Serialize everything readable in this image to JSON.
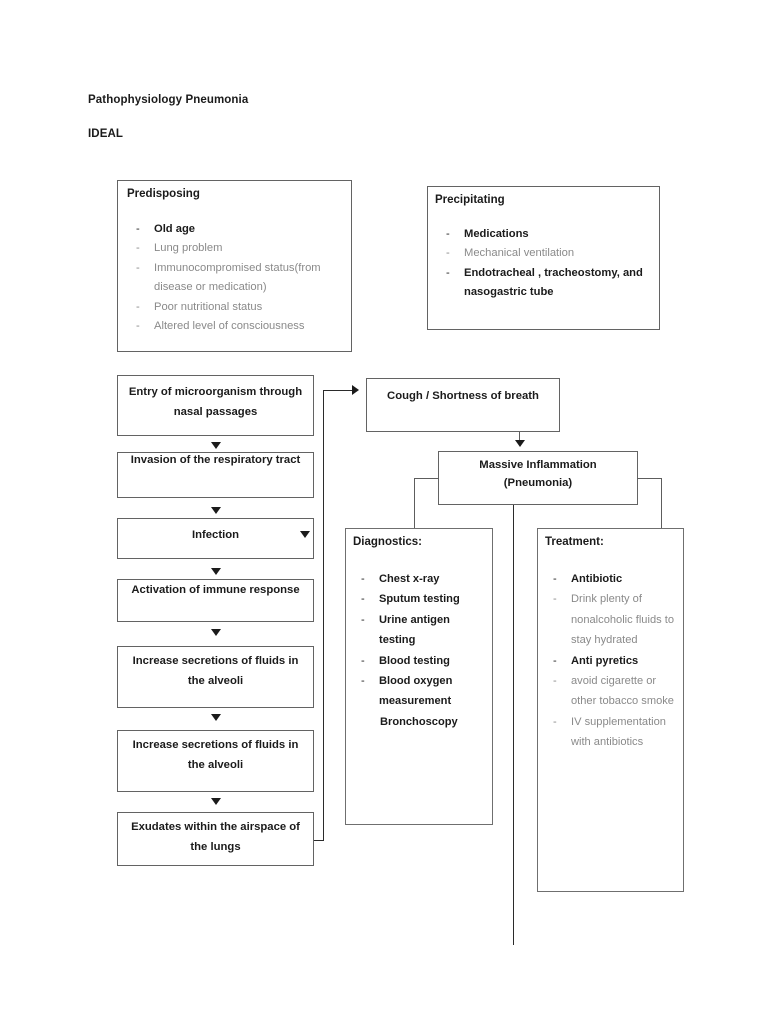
{
  "document": {
    "title": "Pathophysiology Pneumonia",
    "subtitle": "IDEAL"
  },
  "factor_boxes": {
    "predisposing": {
      "heading": "Predisposing",
      "items": [
        {
          "text": "Old age",
          "bold": true
        },
        {
          "text": "Lung problem",
          "bold": false
        },
        {
          "text": "Immunocompromised status(from disease or medication)",
          "bold": false
        },
        {
          "text": "Poor nutritional status",
          "bold": false
        },
        {
          "text": "Altered level of consciousness",
          "bold": false
        }
      ]
    },
    "precipitating": {
      "heading": "Precipitating",
      "items": [
        {
          "text": "Medications",
          "bold": true
        },
        {
          "text": "Mechanical ventilation",
          "bold": false
        },
        {
          "text": "Endotracheal , tracheostomy, and nasogastric tube",
          "bold": true
        }
      ]
    }
  },
  "flow": {
    "steps": [
      {
        "label": "Entry of microorganism through nasal passages"
      },
      {
        "label": "Invasion of the respiratory tract"
      },
      {
        "label": "Infection"
      },
      {
        "label": "Activation of immune response"
      },
      {
        "label": "Increase secretions of fluids in the alveoli"
      },
      {
        "label": "Increase secretions of fluids in the alveoli"
      },
      {
        "label": "Exudates within the airspace of the lungs"
      }
    ],
    "symptom": {
      "label": "Cough / Shortness of breath"
    },
    "outcome": {
      "label": "Massive Inflammation (Pneumonia)"
    }
  },
  "diagnostics": {
    "heading": "Diagnostics:",
    "items": [
      {
        "text": "Chest x-ray",
        "bold": true,
        "marker": true
      },
      {
        "text": "Sputum testing",
        "bold": true,
        "marker": true
      },
      {
        "text": "Urine antigen testing",
        "bold": true,
        "marker": true
      },
      {
        "text": "Blood testing",
        "bold": true,
        "marker": true
      },
      {
        "text": "Blood oxygen measurement",
        "bold": true,
        "marker": true
      },
      {
        "text": "Bronchoscopy",
        "bold": true,
        "marker": false
      }
    ]
  },
  "treatment": {
    "heading": "Treatment:",
    "items": [
      {
        "text": "Antibiotic",
        "bold": true
      },
      {
        "text": "Drink plenty of nonalcoholic fluids to stay hydrated",
        "bold": false
      },
      {
        "text": "Anti pyretics",
        "bold": true
      },
      {
        "text": "avoid cigarette or other tobacco smoke",
        "bold": false
      },
      {
        "text": "IV supplementation with antibiotics",
        "bold": false
      }
    ]
  },
  "colors": {
    "ink": "#1b1b1b",
    "muted": "#8a8a8a",
    "border": "#636363",
    "connector": "#2b2b2b",
    "background": "#ffffff"
  }
}
